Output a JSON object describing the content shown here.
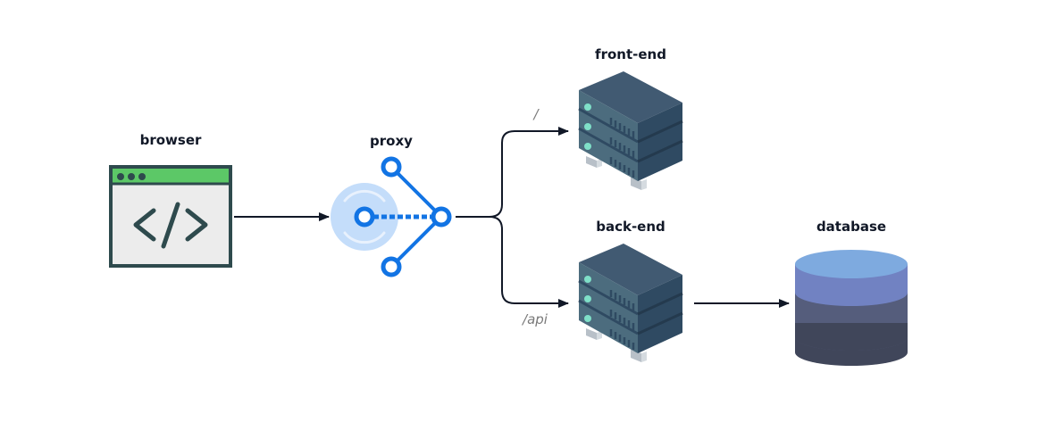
{
  "nodes": {
    "browser": {
      "label": "browser",
      "icon": "browser-code-window-icon"
    },
    "proxy": {
      "label": "proxy",
      "icon": "proxy-network-icon"
    },
    "frontend": {
      "label": "front-end",
      "icon": "server-rack-icon"
    },
    "backend": {
      "label": "back-end",
      "icon": "server-rack-icon"
    },
    "database": {
      "label": "database",
      "icon": "database-cylinder-icon"
    }
  },
  "routes": {
    "frontend": "/",
    "backend": "/api"
  },
  "colors": {
    "browser_frame": "#2e4a4d",
    "browser_bar": "#5cc867",
    "browser_body": "#ececec",
    "proxy_blue": "#1274e4",
    "proxy_halo": "#c4ddfa",
    "server_top": "#415a72",
    "server_left": "#4c6c7e",
    "server_right": "#2f4a62",
    "server_led": "#7fe0c8",
    "db_top": "#7eaadf",
    "db_band1": "#7182c2",
    "db_band2": "#555d7c",
    "db_band3": "#40465a",
    "arrow": "#111827"
  }
}
